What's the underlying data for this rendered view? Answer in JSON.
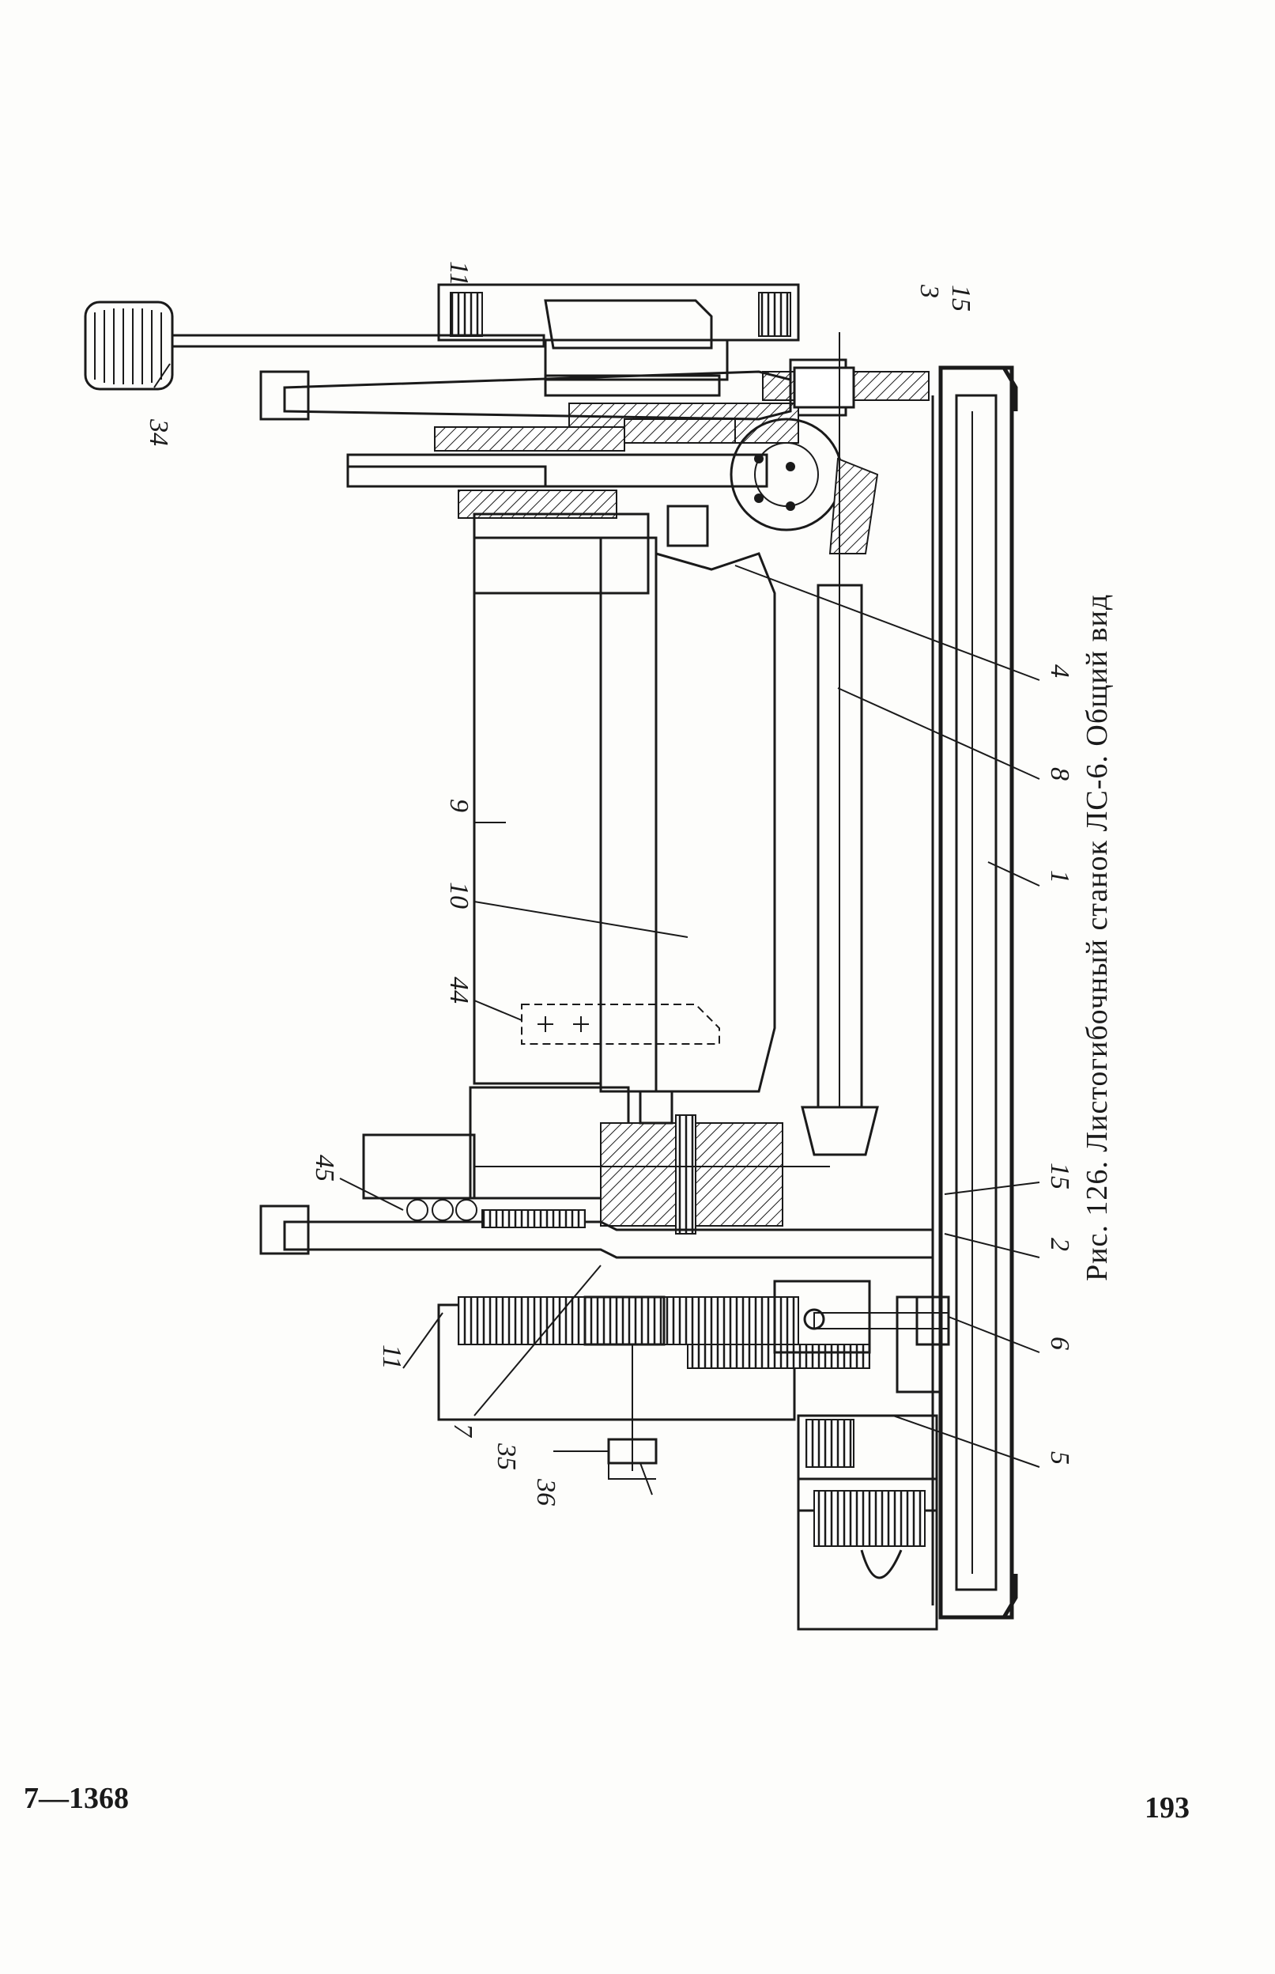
{
  "figure": {
    "caption": "Рис. 126. Листогибочный станок ЛС-6. Общий вид",
    "part_labels": [
      "11",
      "3",
      "15",
      "34",
      "4",
      "8",
      "9",
      "10",
      "1",
      "44",
      "45",
      "15",
      "2",
      "11",
      "6",
      "7",
      "35",
      "5",
      "36"
    ]
  },
  "footer": {
    "code": "7—1368",
    "page_number": "193"
  }
}
